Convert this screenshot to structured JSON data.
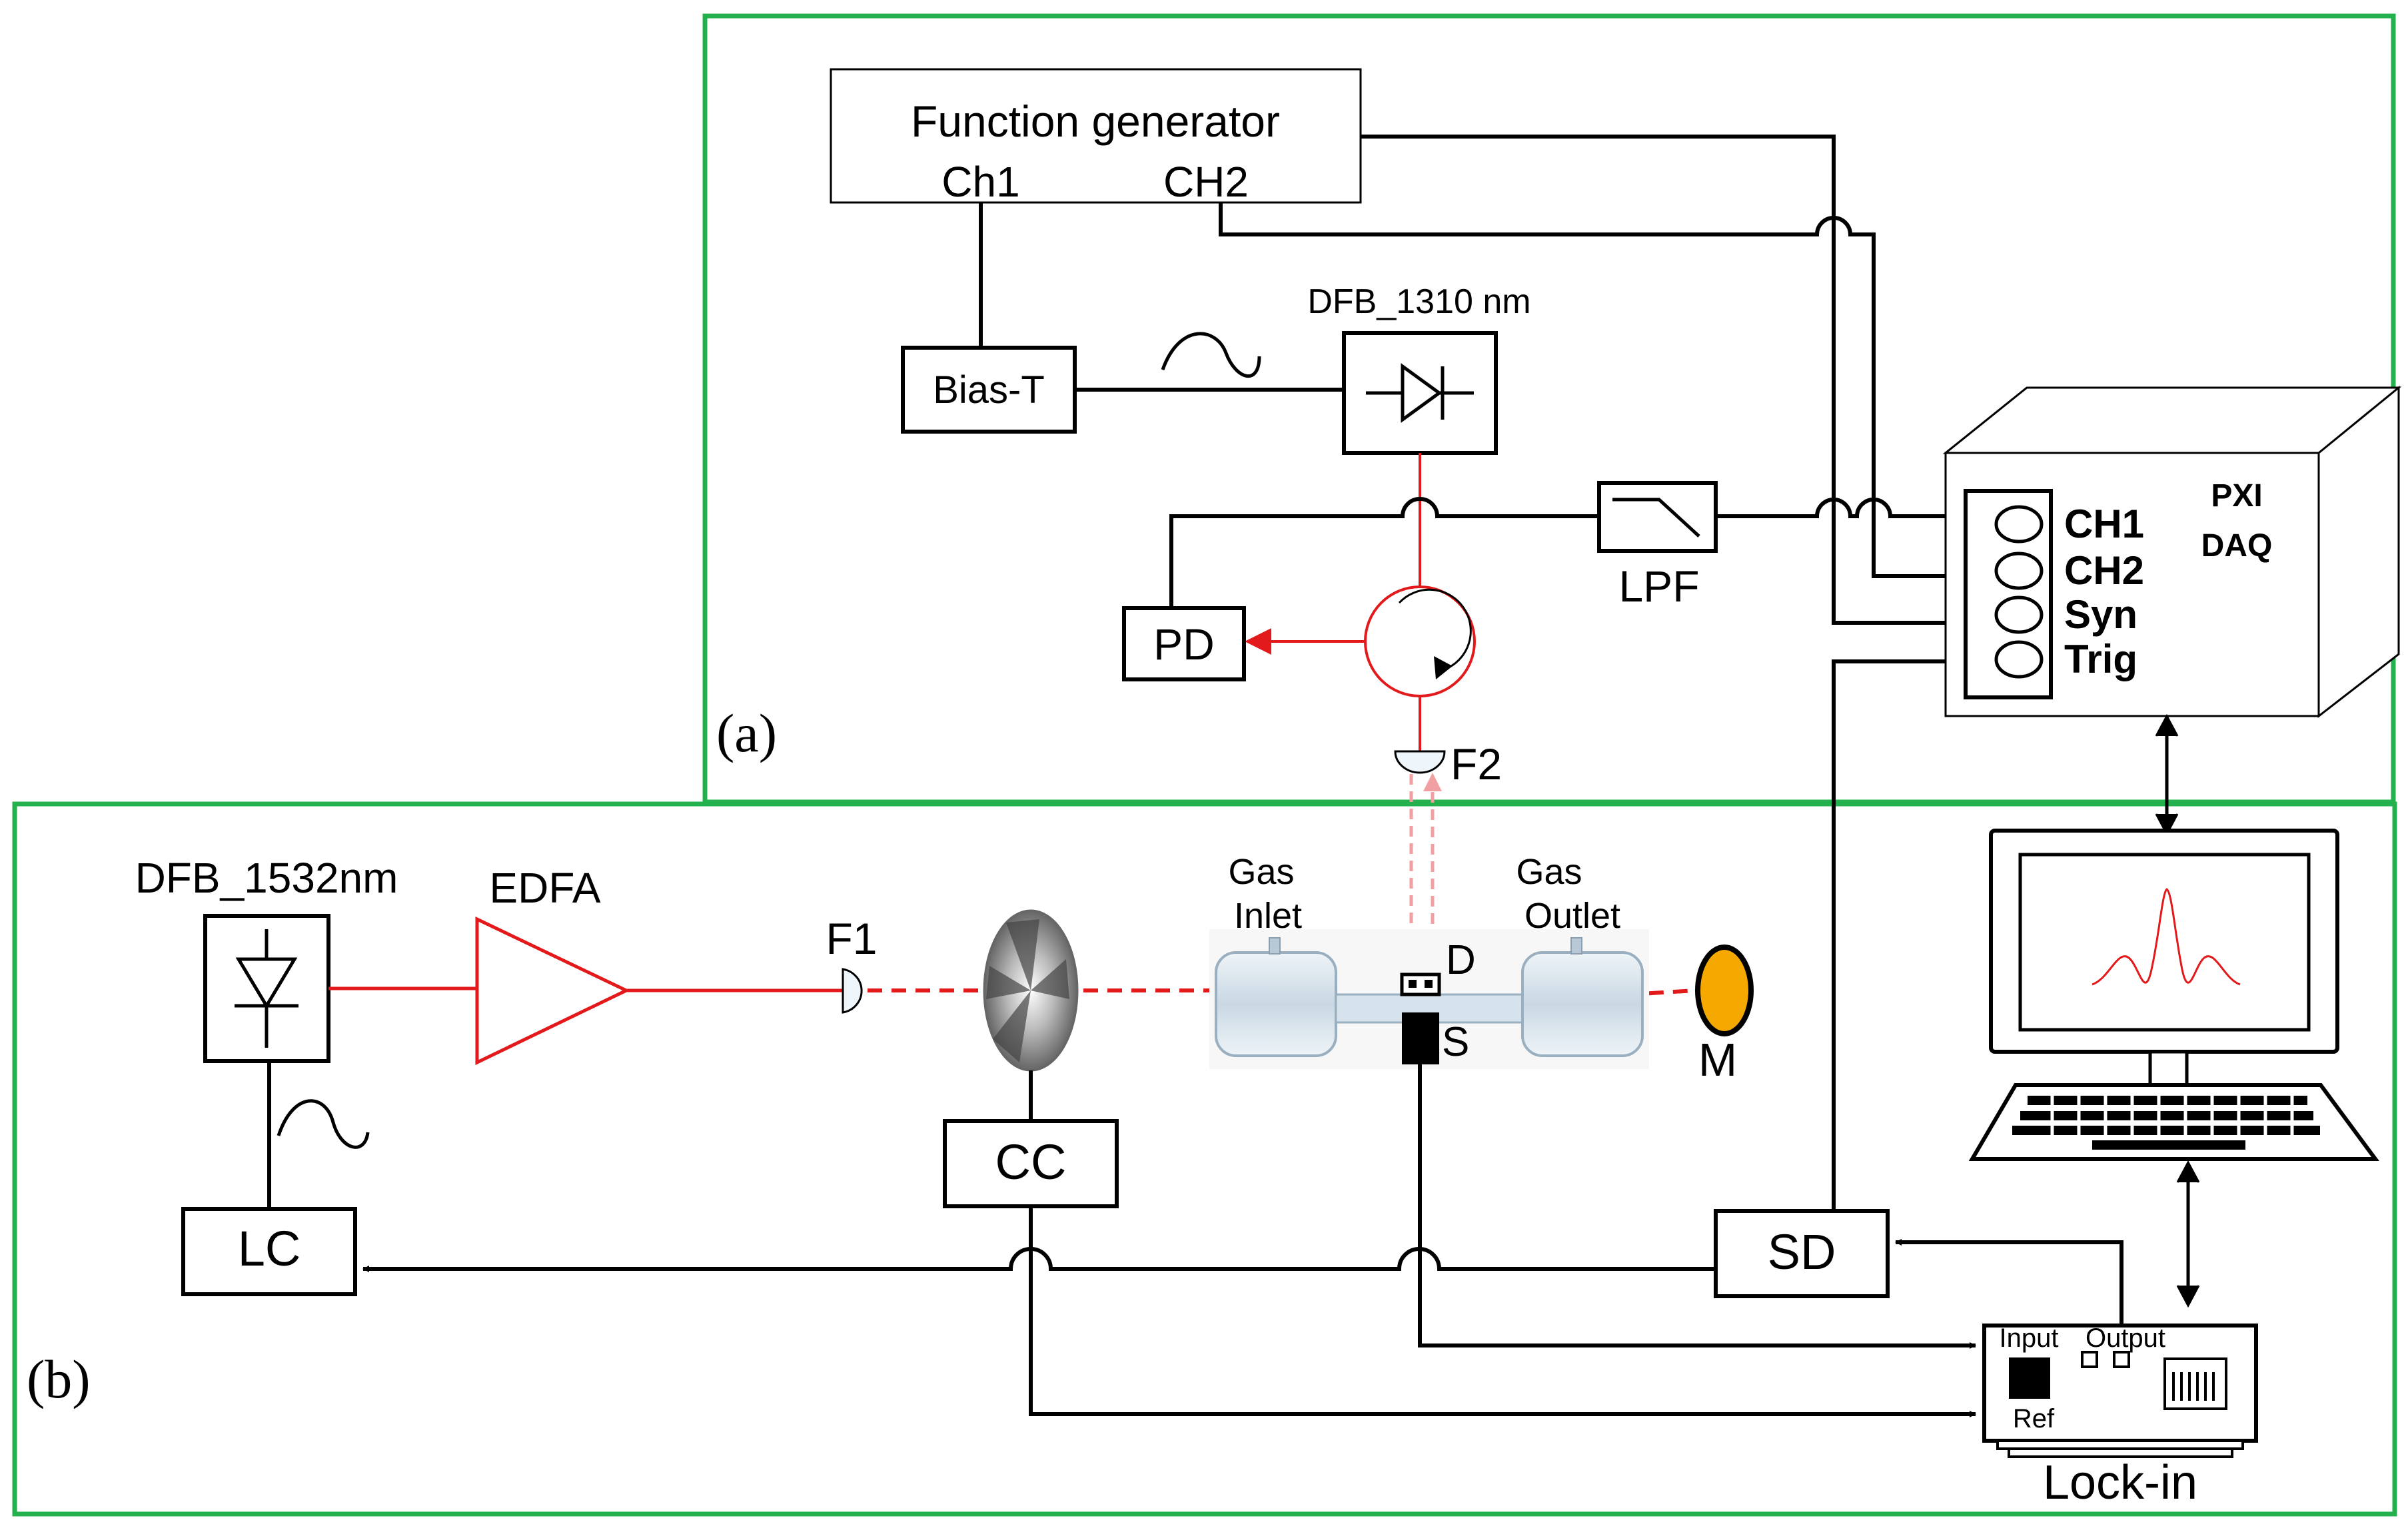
{
  "panel_a": {
    "label": "(a)",
    "function_generator": {
      "title": "Function generator",
      "ch1": "Ch1",
      "ch2": "CH2"
    },
    "bias_t": "Bias-T",
    "laser_1310": "DFB_1310 nm",
    "pd": "PD",
    "lpf": "LPF",
    "f2": "F2",
    "daq": {
      "title_line1": "PXI",
      "title_line2": "DAQ",
      "ch1": "CH1",
      "ch2": "CH2",
      "syn": "Syn",
      "trig": "Trig"
    }
  },
  "panel_b": {
    "label": "(b)",
    "laser_1532": "DFB_1532nm",
    "edfa": "EDFA",
    "f1": "F1",
    "gas_inlet_line1": "Gas",
    "gas_inlet_line2": "Inlet",
    "gas_outlet_line1": "Gas",
    "gas_outlet_line2": "Outlet",
    "d": "D",
    "s": "S",
    "m": "M",
    "cc": "CC",
    "lc": "LC",
    "sd": "SD",
    "lockin": {
      "title": "Lock-in",
      "input": "Input",
      "output": "Output",
      "ref": "Ref"
    }
  },
  "colors": {
    "panel_border": "#22b14c",
    "beam": "#e31a1c",
    "mirror": "#f5a800"
  }
}
